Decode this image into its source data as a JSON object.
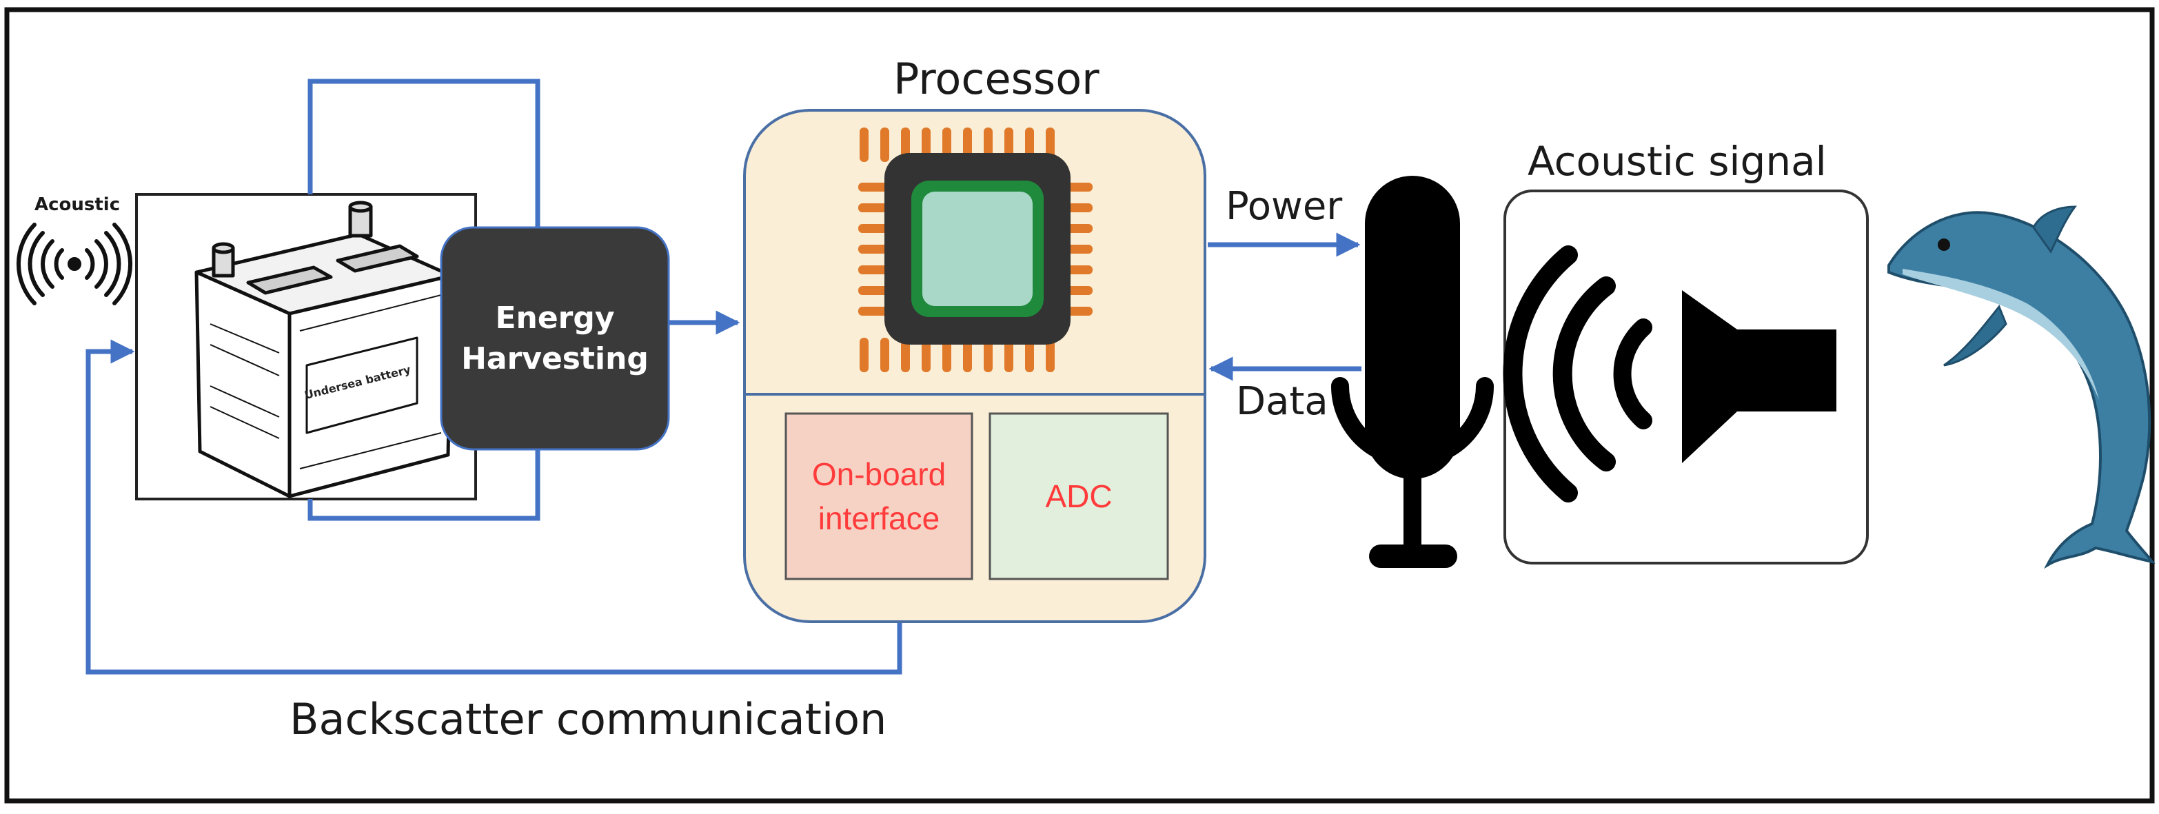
{
  "labels": {
    "acoustic": "Acoustic",
    "battery": "Undersea battery",
    "energy_line1": "Energy",
    "energy_line2": "Harvesting",
    "processor": "Processor",
    "onboard_line1": "On-board",
    "onboard_line2": "interface",
    "adc": "ADC",
    "power": "Power",
    "data": "Data",
    "acoustic_signal": "Acoustic signal",
    "backscatter": "Backscatter communication"
  },
  "icons": [
    "acoustic-wave-icon",
    "battery-icon",
    "chip-icon",
    "microphone-icon",
    "speaker-icon",
    "dolphin-icon"
  ],
  "colors": {
    "connector": "#4472c4",
    "processor_fill": "#fbeed6",
    "energy_box": "#3a3a3a",
    "onboard_fill": "#f6d2c4",
    "adc_fill": "#e2efdc",
    "chip_pins": "#e07a2a",
    "chip_core": "#a9d8c8",
    "dolphin": "#3d7fa3",
    "red_text": "#ff3b3b"
  }
}
